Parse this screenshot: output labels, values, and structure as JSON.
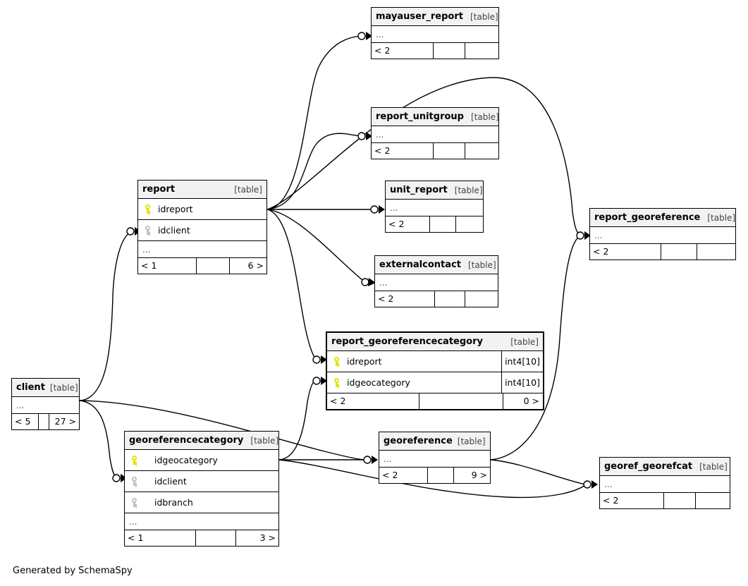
{
  "diagram": {
    "generator_credit": "Generated by SchemaSpy",
    "table_tag": "[table]",
    "ellipsis": "...",
    "focal_table": "report_georeferencecategory"
  },
  "tables": {
    "mayauser_report": {
      "name": "mayauser_report",
      "tag": "[table]",
      "ellipsis": "...",
      "footer": {
        "left": "< 2",
        "mid": "",
        "right": ""
      },
      "columns": []
    },
    "report_unitgroup": {
      "name": "report_unitgroup",
      "tag": "[table]",
      "ellipsis": "...",
      "footer": {
        "left": "< 2",
        "mid": "",
        "right": ""
      },
      "columns": []
    },
    "unit_report": {
      "name": "unit_report",
      "tag": "[table]",
      "ellipsis": "...",
      "footer": {
        "left": "< 2",
        "mid": "",
        "right": ""
      },
      "columns": []
    },
    "externalcontact": {
      "name": "externalcontact",
      "tag": "[table]",
      "ellipsis": "...",
      "footer": {
        "left": "< 2",
        "mid": "",
        "right": ""
      },
      "columns": []
    },
    "report": {
      "name": "report",
      "tag": "[table]",
      "ellipsis": "...",
      "footer": {
        "left": "< 1",
        "mid": "",
        "right": "6 >"
      },
      "columns": [
        {
          "name": "idreport",
          "key": "primary",
          "type": ""
        },
        {
          "name": "idclient",
          "key": "foreign",
          "type": ""
        }
      ]
    },
    "report_georeference": {
      "name": "report_georeference",
      "tag": "[table]",
      "ellipsis": "...",
      "footer": {
        "left": "< 2",
        "mid": "",
        "right": ""
      },
      "columns": []
    },
    "report_georeferencecategory": {
      "name": "report_georeferencecategory",
      "tag": "[table]",
      "ellipsis": "...",
      "footer": {
        "left": "< 2",
        "mid": "",
        "right": "0 >"
      },
      "columns": [
        {
          "name": "idreport",
          "key": "primary",
          "type": "int4[10]"
        },
        {
          "name": "idgeocategory",
          "key": "primary",
          "type": "int4[10]"
        }
      ]
    },
    "client": {
      "name": "client",
      "tag": "[table]",
      "ellipsis": "...",
      "footer": {
        "left": "< 5",
        "mid": "",
        "right": "27 >"
      },
      "columns": []
    },
    "georeferencecategory": {
      "name": "georeferencecategory",
      "tag": "[table]",
      "ellipsis": "...",
      "footer": {
        "left": "< 1",
        "mid": "",
        "right": "3 >"
      },
      "columns": [
        {
          "name": "idgeocategory",
          "key": "primary",
          "type": ""
        },
        {
          "name": "idclient",
          "key": "foreign",
          "type": ""
        },
        {
          "name": "idbranch",
          "key": "foreign",
          "type": ""
        }
      ]
    },
    "georeference": {
      "name": "georeference",
      "tag": "[table]",
      "ellipsis": "...",
      "footer": {
        "left": "< 2",
        "mid": "",
        "right": "9 >"
      },
      "columns": []
    },
    "georef_georefcat": {
      "name": "georef_georefcat",
      "tag": "[table]",
      "ellipsis": "...",
      "footer": {
        "left": "< 2",
        "mid": "",
        "right": ""
      },
      "columns": []
    }
  },
  "colors": {
    "primary_key": "#e5e500",
    "foreign_key": "#c2c2c2",
    "header_bg": "#f2f2f2",
    "border": "#000000",
    "background": "#ffffff"
  }
}
